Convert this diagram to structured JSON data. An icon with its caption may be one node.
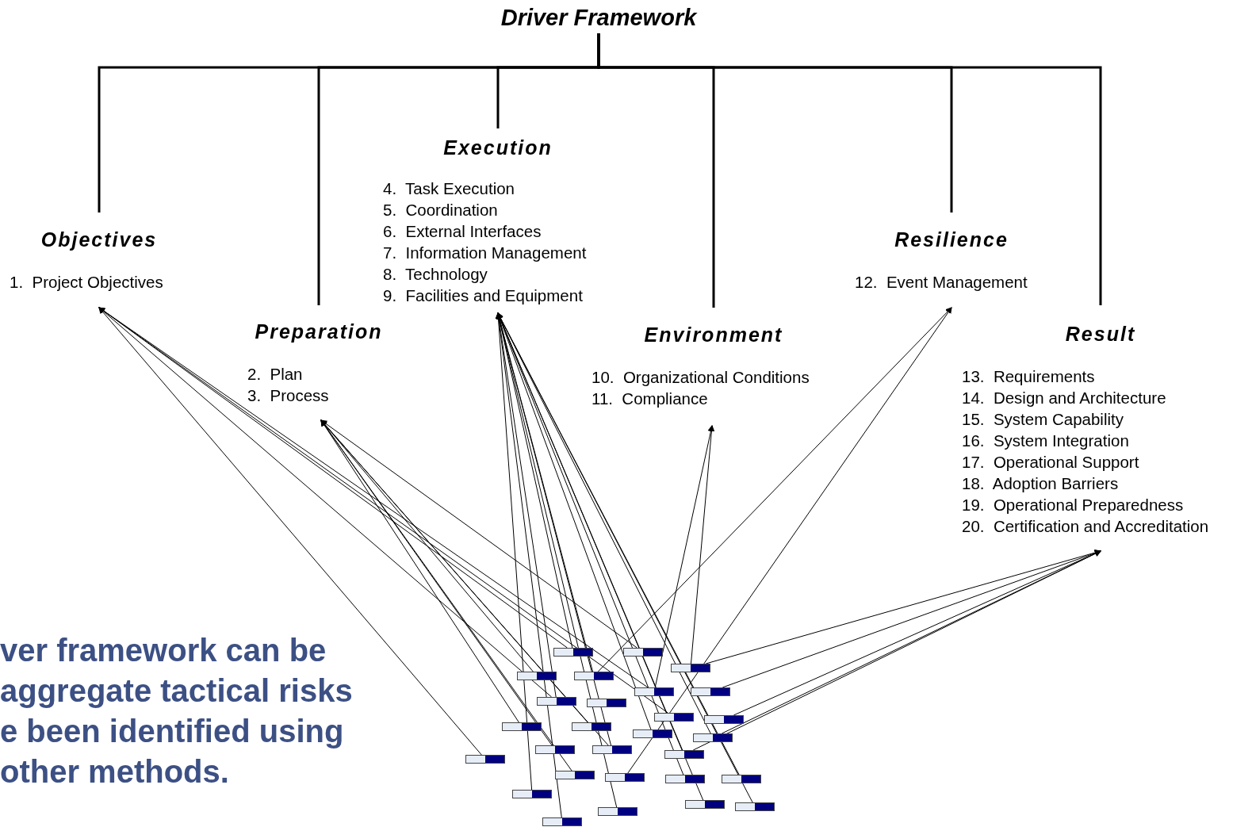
{
  "diagram": {
    "nodes": [
      {
        "text": [
          "Driver Framework"
        ]
      },
      {
        "text": [
          "Objectives",
          "1.  Project Objectives"
        ]
      },
      {
        "text": [
          "Preparation",
          "2.  Plan",
          "3.  Process"
        ]
      },
      {
        "text": [
          "Execution",
          "4.  Task Execution",
          "5.  Coordination",
          "6.  External Interfaces",
          "7.  Information Management",
          "8.  Technology",
          "9.  Facilities and Equipment"
        ]
      },
      {
        "text": [
          "Environment",
          "10.  Organizational Conditions",
          "11.  Compliance"
        ]
      },
      {
        "text": [
          "Resilience",
          "12.  Event Management"
        ]
      },
      {
        "text": [
          "Result",
          "13.  Requirements",
          "14.  Design and Architecture",
          "15.  System Capability",
          "16.  System Integration",
          "17.  Operational Support",
          "18.  Adoption Barriers",
          "19.  Operational Preparedness",
          "20.  Certification and Accreditation"
        ]
      },
      {
        "text": [],
        "shape": "bar"
      },
      {
        "text": [],
        "shape": "bar"
      },
      {
        "text": [],
        "shape": "bar"
      },
      {
        "text": [],
        "shape": "bar"
      },
      {
        "text": [],
        "shape": "bar"
      },
      {
        "text": [],
        "shape": "bar"
      },
      {
        "text": [],
        "shape": "bar"
      },
      {
        "text": [],
        "shape": "bar"
      },
      {
        "text": [],
        "shape": "bar"
      },
      {
        "text": [],
        "shape": "bar"
      },
      {
        "text": [],
        "shape": "bar"
      },
      {
        "text": [],
        "shape": "bar"
      },
      {
        "text": [],
        "shape": "bar"
      },
      {
        "text": [],
        "shape": "bar"
      },
      {
        "text": [],
        "shape": "bar"
      },
      {
        "text": [],
        "shape": "bar"
      },
      {
        "text": [],
        "shape": "bar"
      },
      {
        "text": [],
        "shape": "bar"
      },
      {
        "text": [],
        "shape": "bar"
      },
      {
        "text": [],
        "shape": "bar"
      },
      {
        "text": [],
        "shape": "bar"
      },
      {
        "text": [],
        "shape": "bar"
      },
      {
        "text": [],
        "shape": "bar"
      },
      {
        "text": [],
        "shape": "bar"
      },
      {
        "text": [],
        "shape": "bar"
      },
      {
        "text": [],
        "shape": "bar"
      },
      {
        "text": [],
        "shape": "bar"
      },
      {
        "text": [],
        "shape": "bar"
      }
    ],
    "edges": [
      {
        "from": 0,
        "to": 1,
        "arrow": "none"
      },
      {
        "from": 0,
        "to": 2,
        "arrow": "none"
      },
      {
        "from": 0,
        "to": 3,
        "arrow": "none"
      },
      {
        "from": 0,
        "to": 4,
        "arrow": "none"
      },
      {
        "from": 0,
        "to": 5,
        "arrow": "none"
      },
      {
        "from": 0,
        "to": 6,
        "arrow": "none"
      },
      {
        "from": 25,
        "to": 1,
        "arrow": "to"
      },
      {
        "from": 14,
        "to": 1,
        "arrow": "to"
      },
      {
        "from": 7,
        "to": 1,
        "arrow": "to"
      },
      {
        "from": 12,
        "to": 1,
        "arrow": "to"
      },
      {
        "from": 16,
        "to": 1,
        "arrow": "to"
      },
      {
        "from": 8,
        "to": 2,
        "arrow": "to"
      },
      {
        "from": 18,
        "to": 2,
        "arrow": "to"
      },
      {
        "from": 22,
        "to": 2,
        "arrow": "to"
      },
      {
        "from": 26,
        "to": 2,
        "arrow": "to"
      },
      {
        "from": 10,
        "to": 2,
        "arrow": "to"
      },
      {
        "from": 23,
        "to": 2,
        "arrow": "to"
      },
      {
        "from": 19,
        "to": 2,
        "arrow": "to"
      },
      {
        "from": 30,
        "to": 3,
        "arrow": "to"
      },
      {
        "from": 34,
        "to": 3,
        "arrow": "to"
      },
      {
        "from": 33,
        "to": 3,
        "arrow": "to"
      },
      {
        "from": 14,
        "to": 3,
        "arrow": "to"
      },
      {
        "from": 20,
        "to": 3,
        "arrow": "to"
      },
      {
        "from": 28,
        "to": 3,
        "arrow": "to"
      },
      {
        "from": 31,
        "to": 3,
        "arrow": "to"
      },
      {
        "from": 32,
        "to": 3,
        "arrow": "to"
      },
      {
        "from": 29,
        "to": 3,
        "arrow": "to"
      },
      {
        "from": 21,
        "to": 3,
        "arrow": "to"
      },
      {
        "from": 24,
        "to": 3,
        "arrow": "to"
      },
      {
        "from": 23,
        "to": 3,
        "arrow": "to"
      },
      {
        "from": 7,
        "to": 3,
        "arrow": "to"
      },
      {
        "from": 11,
        "to": 3,
        "arrow": "to"
      },
      {
        "from": 12,
        "to": 4,
        "arrow": "to"
      },
      {
        "from": 9,
        "to": 4,
        "arrow": "to"
      },
      {
        "from": 11,
        "to": 5,
        "arrow": "to"
      },
      {
        "from": 27,
        "to": 5,
        "arrow": "to"
      },
      {
        "from": 9,
        "to": 6,
        "arrow": "to"
      },
      {
        "from": 13,
        "to": 6,
        "arrow": "to"
      },
      {
        "from": 17,
        "to": 6,
        "arrow": "to"
      },
      {
        "from": 21,
        "to": 6,
        "arrow": "to"
      },
      {
        "from": 24,
        "to": 6,
        "arrow": "to"
      }
    ],
    "labels": [
      "ver framework can be aggregate tactical risks e been identified using other methods."
    ]
  }
}
